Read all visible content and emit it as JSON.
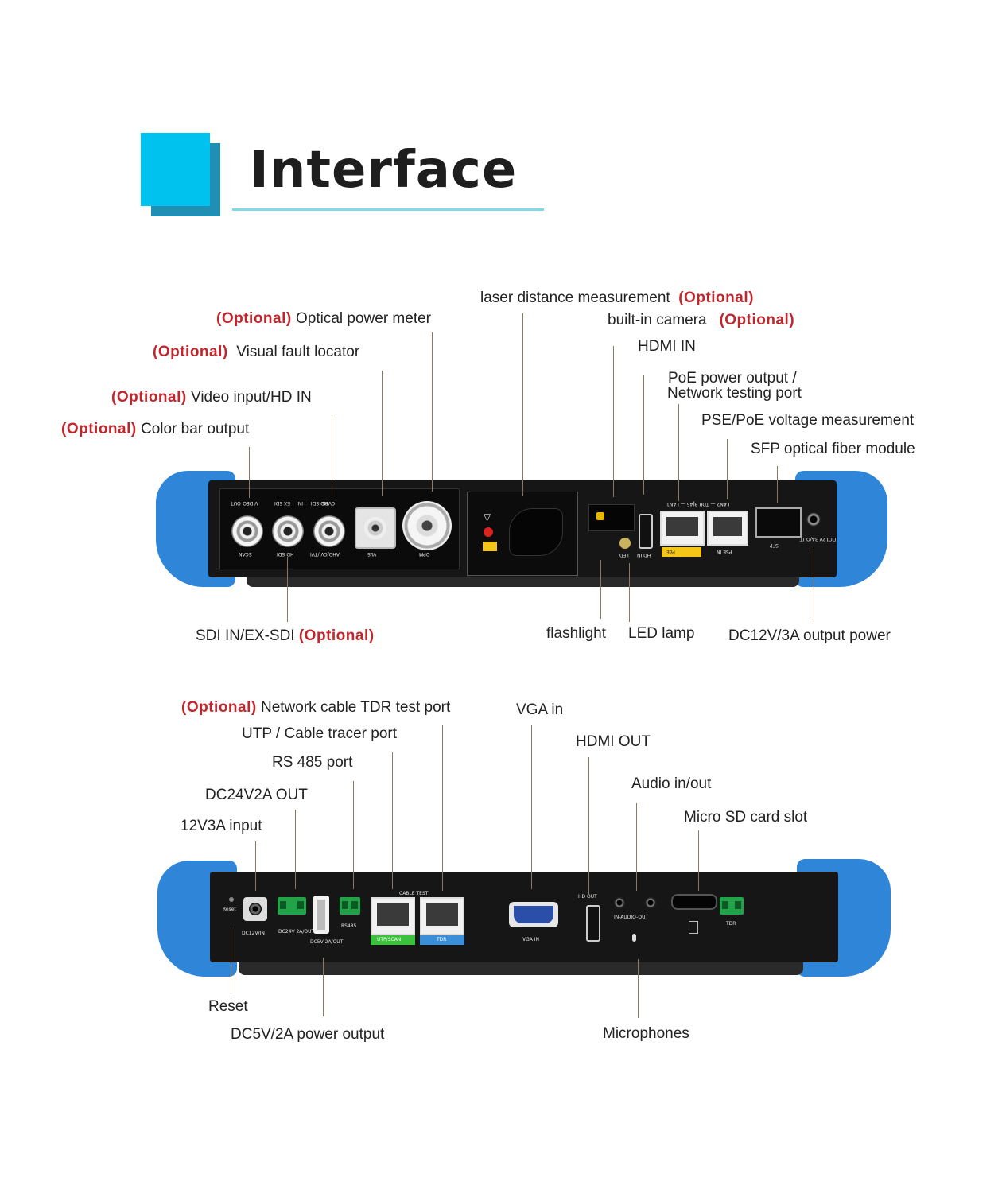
{
  "title": "Interface",
  "optional_tag": "(Optional)",
  "top_labels": {
    "laser": "laser distance measurement",
    "opm": "Optical power meter",
    "camera": "built-in camera",
    "vfl": "Visual fault locator",
    "hdmi_in": "HDMI IN",
    "poe_line1": "PoE power output /",
    "poe_line2": "Network testing port",
    "video_in": "Video input/HD IN",
    "pse": "PSE/PoE voltage measurement",
    "color_bar": "Color bar output",
    "sfp": "SFP optical fiber module",
    "sdi": "SDI IN/EX-SDI",
    "flashlight": "flashlight",
    "led": "LED lamp",
    "dc12v": "DC12V/3A output power"
  },
  "bottom_labels": {
    "tdr": "Network cable TDR test port",
    "vga": "VGA in",
    "utp": "UTP / Cable tracer port",
    "hdmi_out": "HDMI OUT",
    "rs485": "RS 485 port",
    "audio": "Audio in/out",
    "dc24v": "DC24V2A OUT",
    "microsd": "Micro SD card slot",
    "input12v": "12V3A input",
    "reset": "Reset",
    "dc5v": "DC5V/2A power output",
    "mic": "Microphones"
  },
  "device_top_print": {
    "video_out": "VIDEO-OUT",
    "ex_sdi": "HD-SDI — IN — EX-SDI",
    "cvbs": "CVBS",
    "scan": "SCAN",
    "hd_sdi": "HD-SDI",
    "ahd": "AHD/CVI/TVI",
    "vls": "VLS",
    "opm": "OPM",
    "lan2": "LAN2 — TDR RJ45 — LAN1",
    "led": "LED",
    "hd_in": "HD IN",
    "poe": "PoE",
    "pse_in": "PSE IN",
    "sfp": "SFP",
    "dc12v_out": "DC12V 3A/OUT"
  },
  "device_bottom_print": {
    "reset": "Reset",
    "dc12vin": "DC12V/IN",
    "dc24v": "DC24V 2A/OUT",
    "dc5v": "DC5V 2A/OUT",
    "rs485": "RS485",
    "cable_test": "CABLE TEST",
    "utp_scan": "UTP/SCAN",
    "tdr": "TDR",
    "vga_in": "VGA IN",
    "hd_out": "HD OUT",
    "audio_out": "IN-AUDIO-OUT",
    "tdr2": "TDR"
  },
  "colors": {
    "accent": "#00c2ee",
    "optional": "#c0262b",
    "bumper": "#2f86d8",
    "leader": "#8a7a64"
  }
}
